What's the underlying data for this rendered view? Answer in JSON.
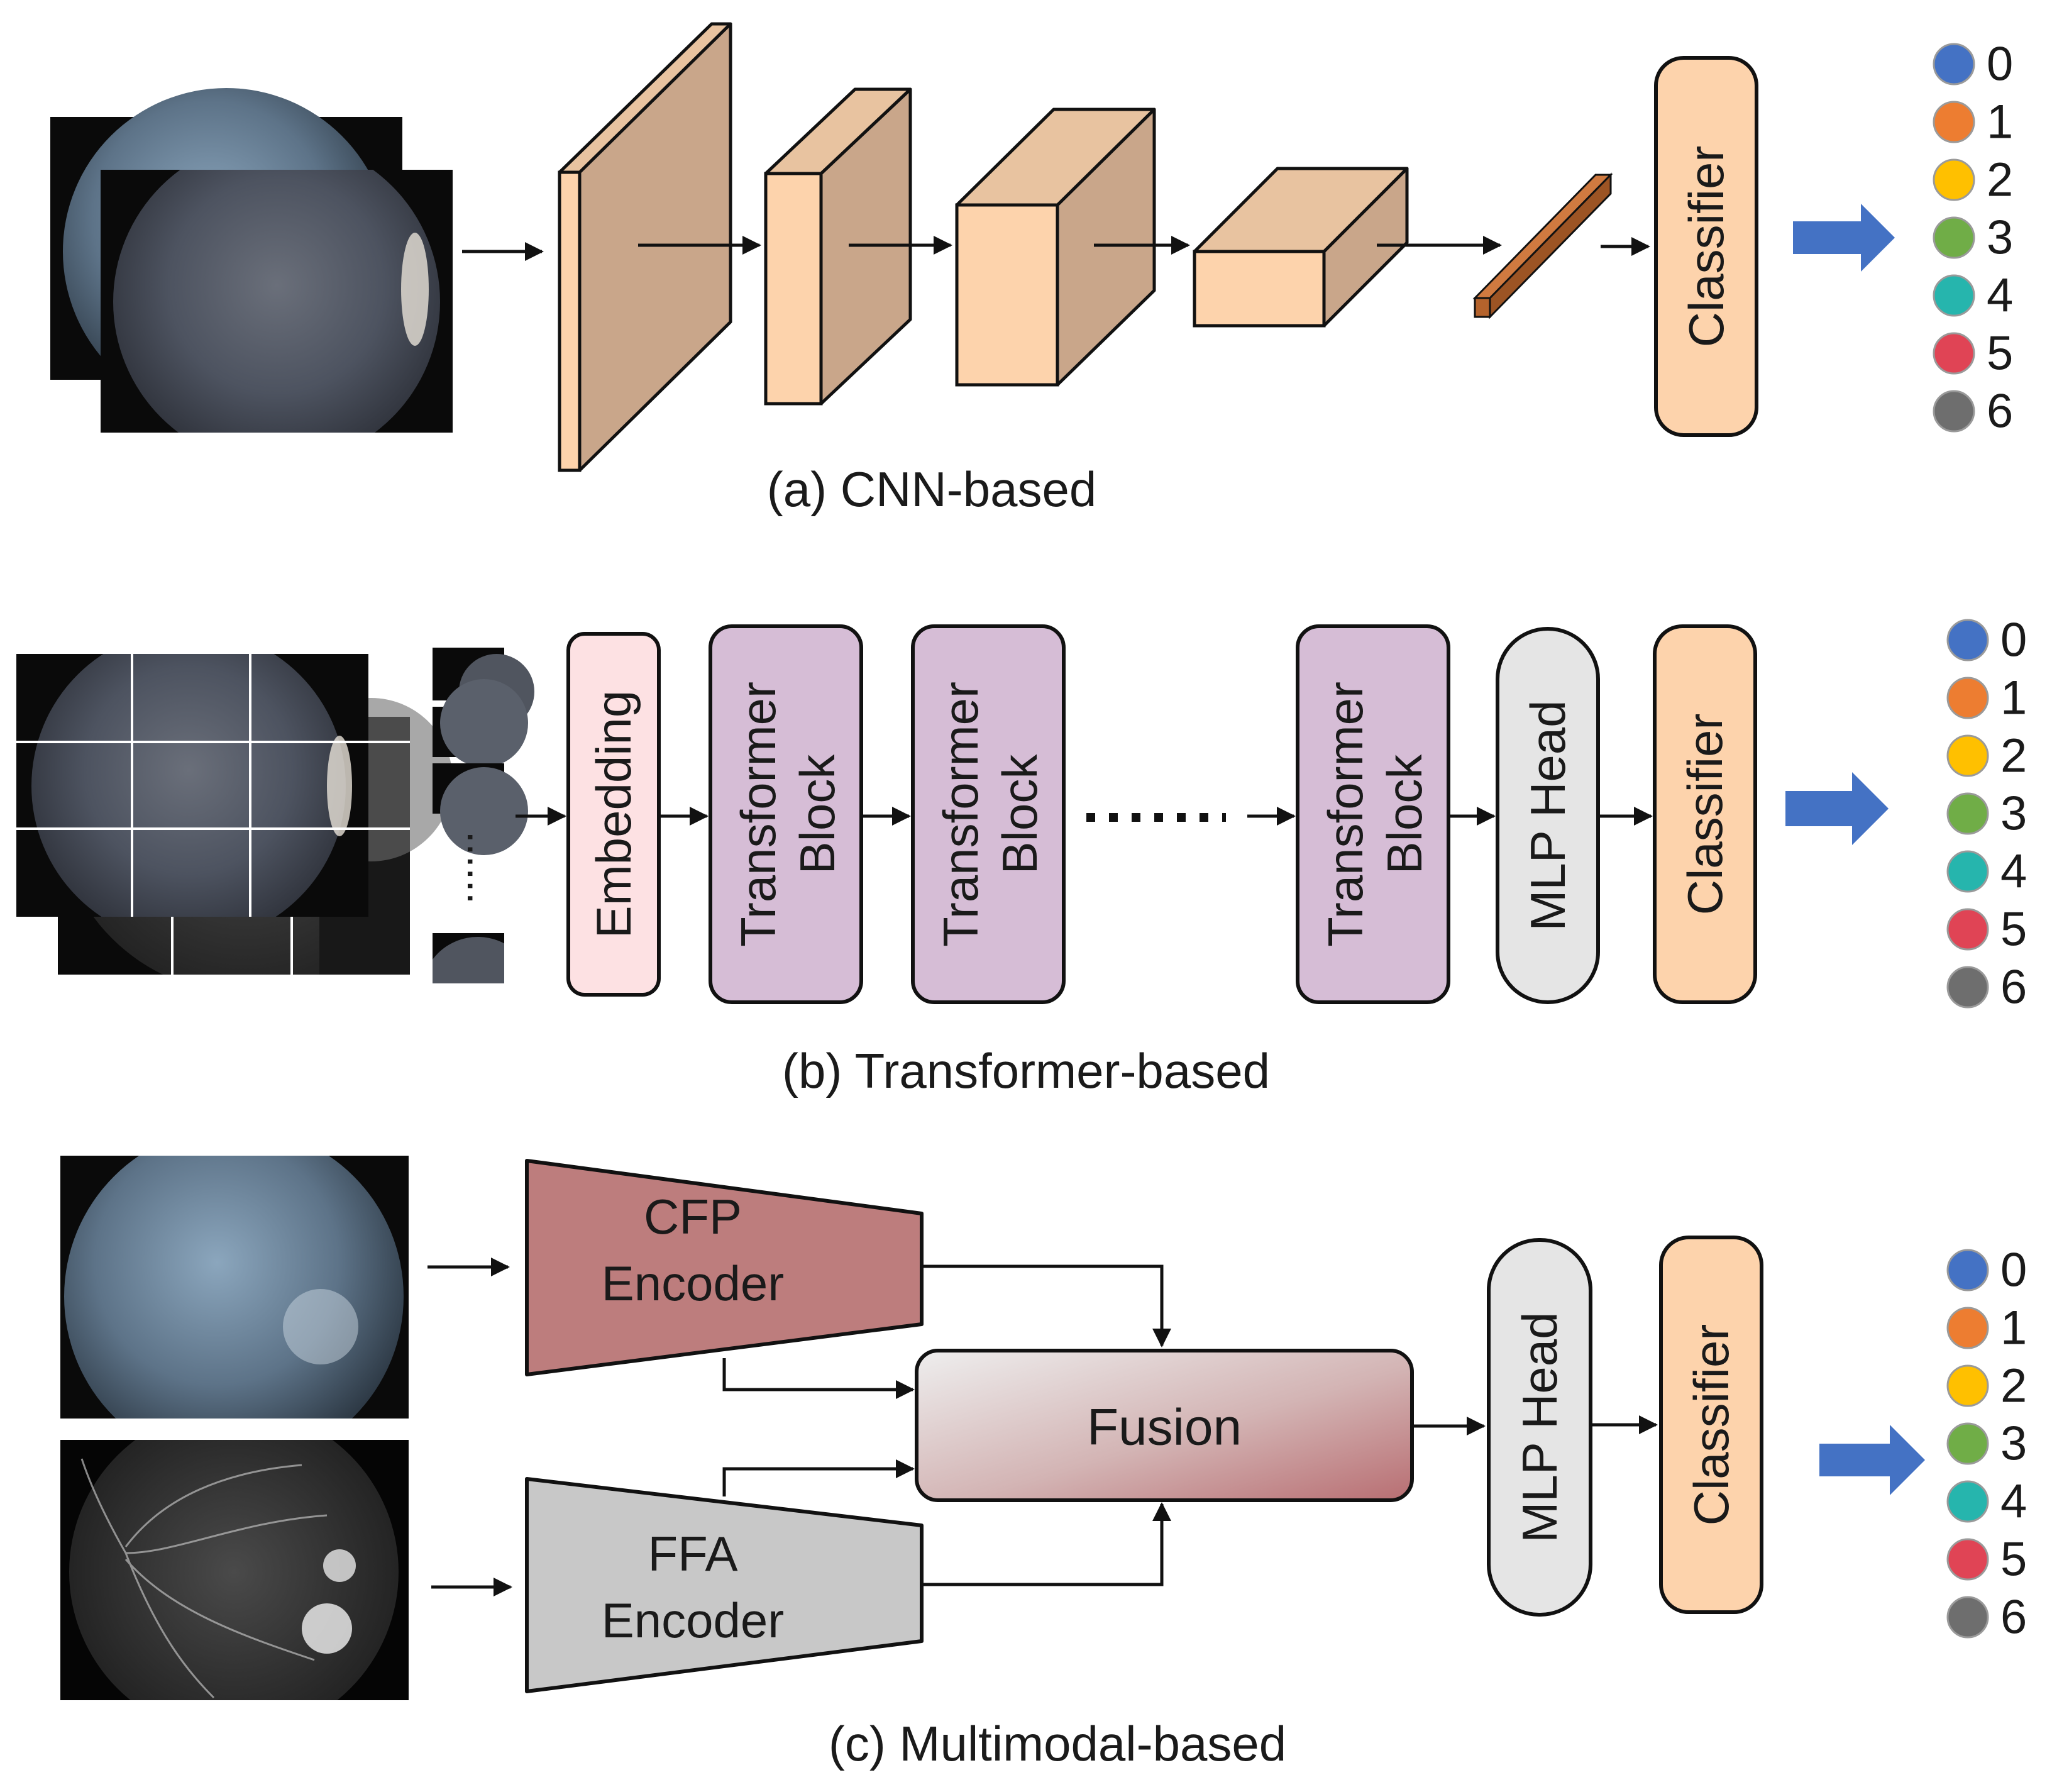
{
  "panel_a": {
    "caption": "(a) CNN-based",
    "classifier_label": "Classifier"
  },
  "panel_b": {
    "caption": "(b) Transformer-based",
    "embedding_label": "Embedding",
    "transformer_block_line1": "Transformer",
    "transformer_block_line2": "Block",
    "mlp_head_label": "MLP Head",
    "classifier_label": "Classifier"
  },
  "panel_c": {
    "caption": "(c) Multimodal-based",
    "cfp_encoder_line1": "CFP",
    "cfp_encoder_line2": "Encoder",
    "ffa_encoder_line1": "FFA",
    "ffa_encoder_line2": "Encoder",
    "fusion_label": "Fusion",
    "mlp_head_label": "MLP Head",
    "classifier_label": "Classifier"
  },
  "class_labels": [
    "0",
    "1",
    "2",
    "3",
    "4",
    "5",
    "6"
  ],
  "class_colors": [
    "#4472c4",
    "#ed7d31",
    "#ffc000",
    "#70ad47",
    "#26b5ad",
    "#e04455",
    "#6e6e6e"
  ],
  "colors": {
    "cnn_front": "#fdd3ac",
    "cnn_side": "#c9a68a",
    "classifier_fill": "#fdd3ac",
    "embedding_fill": "#fde1e3",
    "transformer_fill": "#d6bdd6",
    "mlp_fill": "#e5e5e5",
    "cfp_fill": "#bd7d7d",
    "ffa_fill": "#c8c8c8",
    "arrow_blue": "#4472c4",
    "feature_bar": "#b5632c"
  }
}
